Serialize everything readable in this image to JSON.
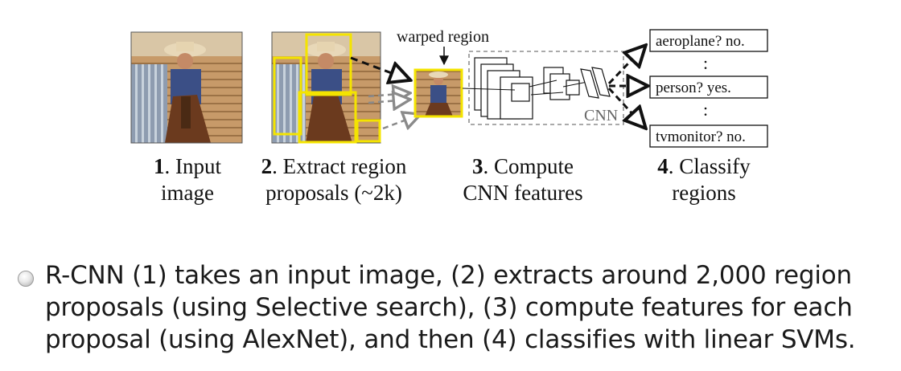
{
  "diagram": {
    "label_warped": "warped region",
    "label_cnn": "CNN",
    "outputs": [
      {
        "label": "aeroplane? no."
      },
      {
        "label": "person? yes."
      },
      {
        "label": "tvmonitor? no."
      }
    ],
    "dots": ":",
    "steps": [
      {
        "num": "1",
        "line1": ". Input",
        "line2": "image"
      },
      {
        "num": "2",
        "line1": ". Extract region",
        "line2": "proposals (~2k)"
      },
      {
        "num": "3",
        "line1": ". Compute",
        "line2": "CNN features"
      },
      {
        "num": "4",
        "line1": ". Classify",
        "line2": "regions"
      }
    ]
  },
  "bullet": {
    "lines": [
      "R-CNN (1) takes an input image, (2) extracts around 2,000 region",
      "proposals (using Selective search), (3) compute features for each",
      "proposal (using AlexNet), and then (4) classifies with linear SVMs."
    ]
  },
  "colors": {
    "proposal_box": "#f4e400",
    "arrow_gray": "#8a8a8a",
    "arrow_black": "#111111",
    "photo_sky": "#7c8aa0",
    "photo_barn": "#b58a5c",
    "photo_horse": "#6b3a1e"
  }
}
